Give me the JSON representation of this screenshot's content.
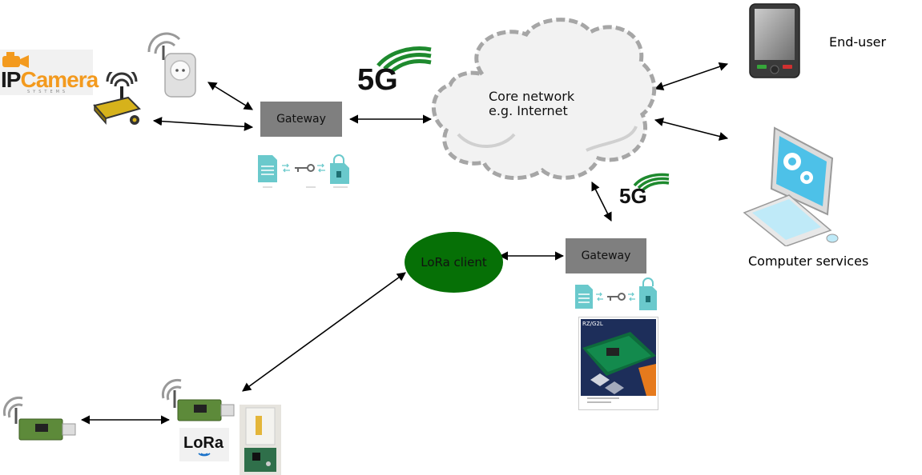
{
  "labels": {
    "gateway_top": "Gateway",
    "gateway_bottom": "Gateway",
    "cloud_line1": "Core network",
    "cloud_line2": "e.g. Internet",
    "end_user": "End-user",
    "computer_services": "Computer services",
    "lora_client": "LoRa client"
  },
  "logos": {
    "ipcamera": "IPCamera",
    "ipcamera_sub": "SYSTEMS",
    "five_g_top": "5G",
    "five_g_bottom": "5G",
    "lora": "LoRa",
    "datasheet_brand": "RZ/G2L"
  },
  "colors": {
    "gateway_fill": "#7f7f7f",
    "lora_client_fill": "#067006",
    "cloud_fill": "#f2f2f2",
    "cloud_stroke": "#a6a6a6",
    "five_g_green": "#1e8a2e",
    "encryption_teal": "#5fc9c9"
  }
}
